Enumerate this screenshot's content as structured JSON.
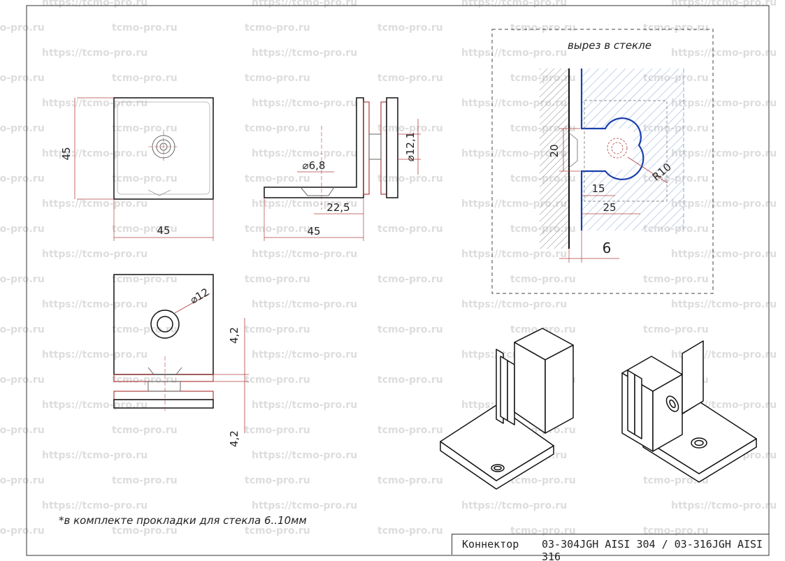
{
  "watermark": "https://tcmo-pro.ru",
  "watermark_short": "tcmo-pro.ru",
  "detail": {
    "label": "вырез в стекле",
    "dims": {
      "height": "20",
      "radius": "R10",
      "depth1": "15",
      "depth2": "25",
      "gap": "6"
    }
  },
  "views": {
    "front": {
      "height": "45",
      "width": "45"
    },
    "side": {
      "hole": "⌀6,8",
      "offset": "22,5",
      "width": "45",
      "bolt": "⌀12,1"
    },
    "top": {
      "hole": "⌀12",
      "gap_top": "4,2",
      "gap_bottom": "4,2"
    }
  },
  "note": "*в комплекте прокладки для стекла 6..10мм",
  "titleblock": {
    "name": "Коннектор",
    "model": "03-304JGH AISI 304 / 03-316JGH AISI 316"
  },
  "colors": {
    "line": "#111111",
    "dim": "#b04040",
    "cut": "#1a3fae",
    "hatch": "#6b8fc9",
    "wm": "#dddddd"
  }
}
